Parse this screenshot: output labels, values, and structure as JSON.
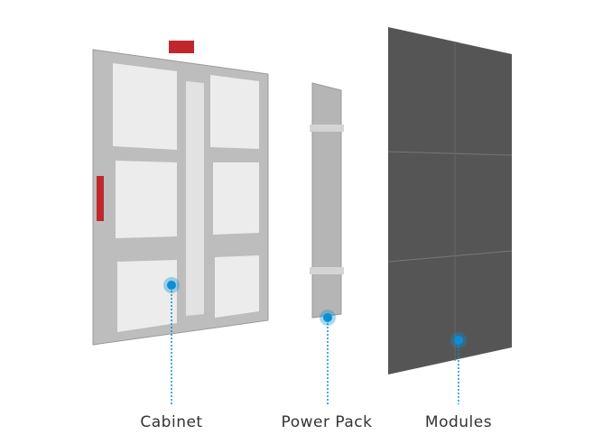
{
  "components": [
    {
      "id": "cabinet",
      "label": "Cabinet"
    },
    {
      "id": "power-pack",
      "label": "Power Pack"
    },
    {
      "id": "modules",
      "label": "Modules"
    }
  ],
  "colors": {
    "accent": "#0a8fd6",
    "frame": "#b9b9b9",
    "panel": "#e9e9e9",
    "module": "#555555",
    "handle": "#c0272d"
  }
}
